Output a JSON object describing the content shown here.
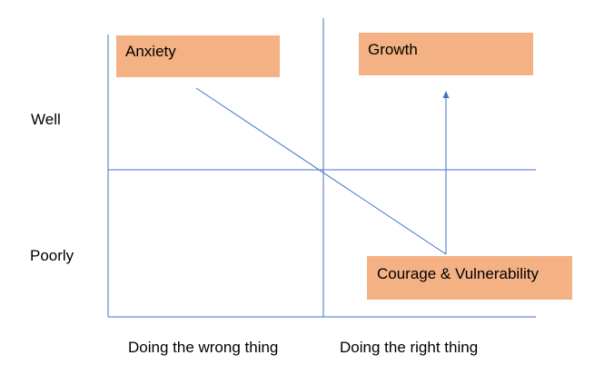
{
  "y_axis": {
    "top_label": "Well",
    "bottom_label": "Poorly"
  },
  "x_axis": {
    "left_label": "Doing the wrong thing",
    "right_label": "Doing the right thing"
  },
  "quadrant_boxes": {
    "anxiety": "Anxiety",
    "growth": "Growth",
    "courage": "Courage & Vulnerability"
  },
  "colors": {
    "box_fill": "#f4b183",
    "line": "#4472c4"
  }
}
